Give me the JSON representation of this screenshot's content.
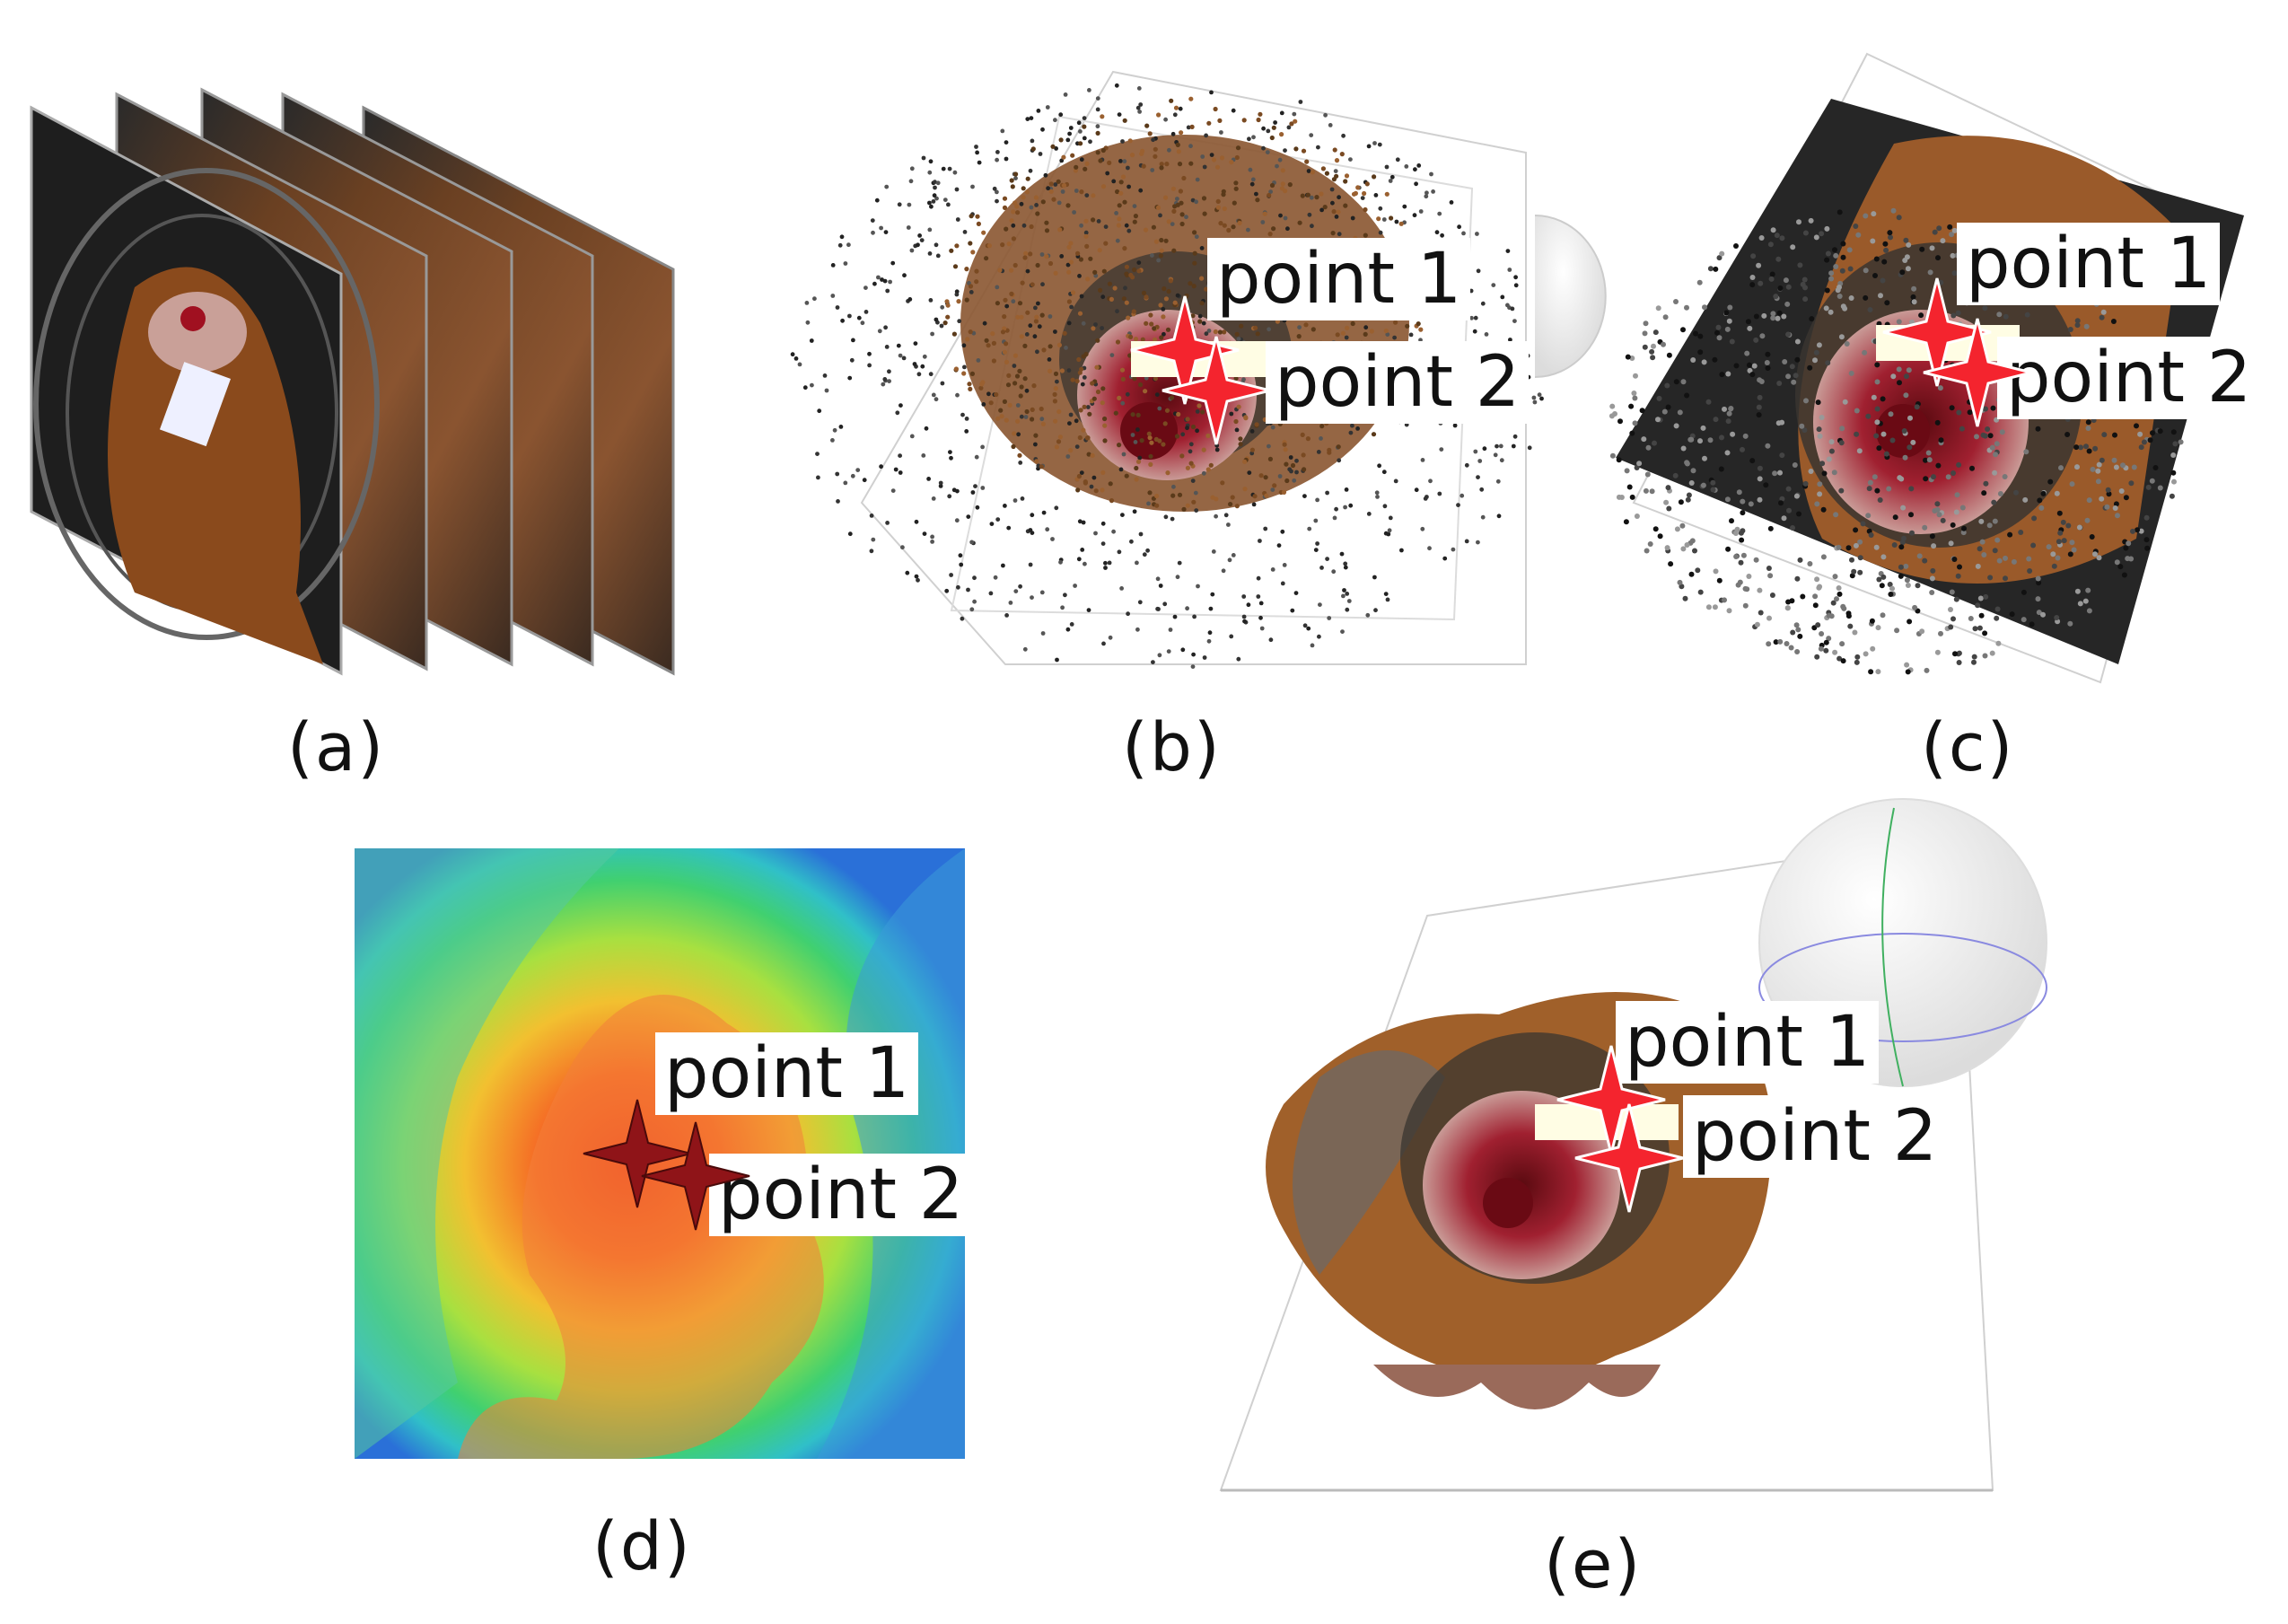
{
  "panels": {
    "a": {
      "caption": "(a)"
    },
    "b": {
      "caption": "(b)",
      "label_1": "point 1",
      "label_2": "point 2"
    },
    "c": {
      "caption": "(c)",
      "label_1": "point 1",
      "label_2": "point 2"
    },
    "d": {
      "caption": "(d)",
      "label_1": "point 1",
      "label_2": "point 2"
    },
    "e": {
      "caption": "(e)",
      "label_1": "point 1",
      "label_2": "point 2"
    }
  },
  "colors": {
    "marker_red": "#f4242e",
    "marker_dark_red": "#8f1418",
    "fur_brown": "#9a5a2a",
    "skin_pink": "#c99a96",
    "wound_red": "#8a1a22"
  },
  "icons": [
    "four-point-star-icon"
  ]
}
